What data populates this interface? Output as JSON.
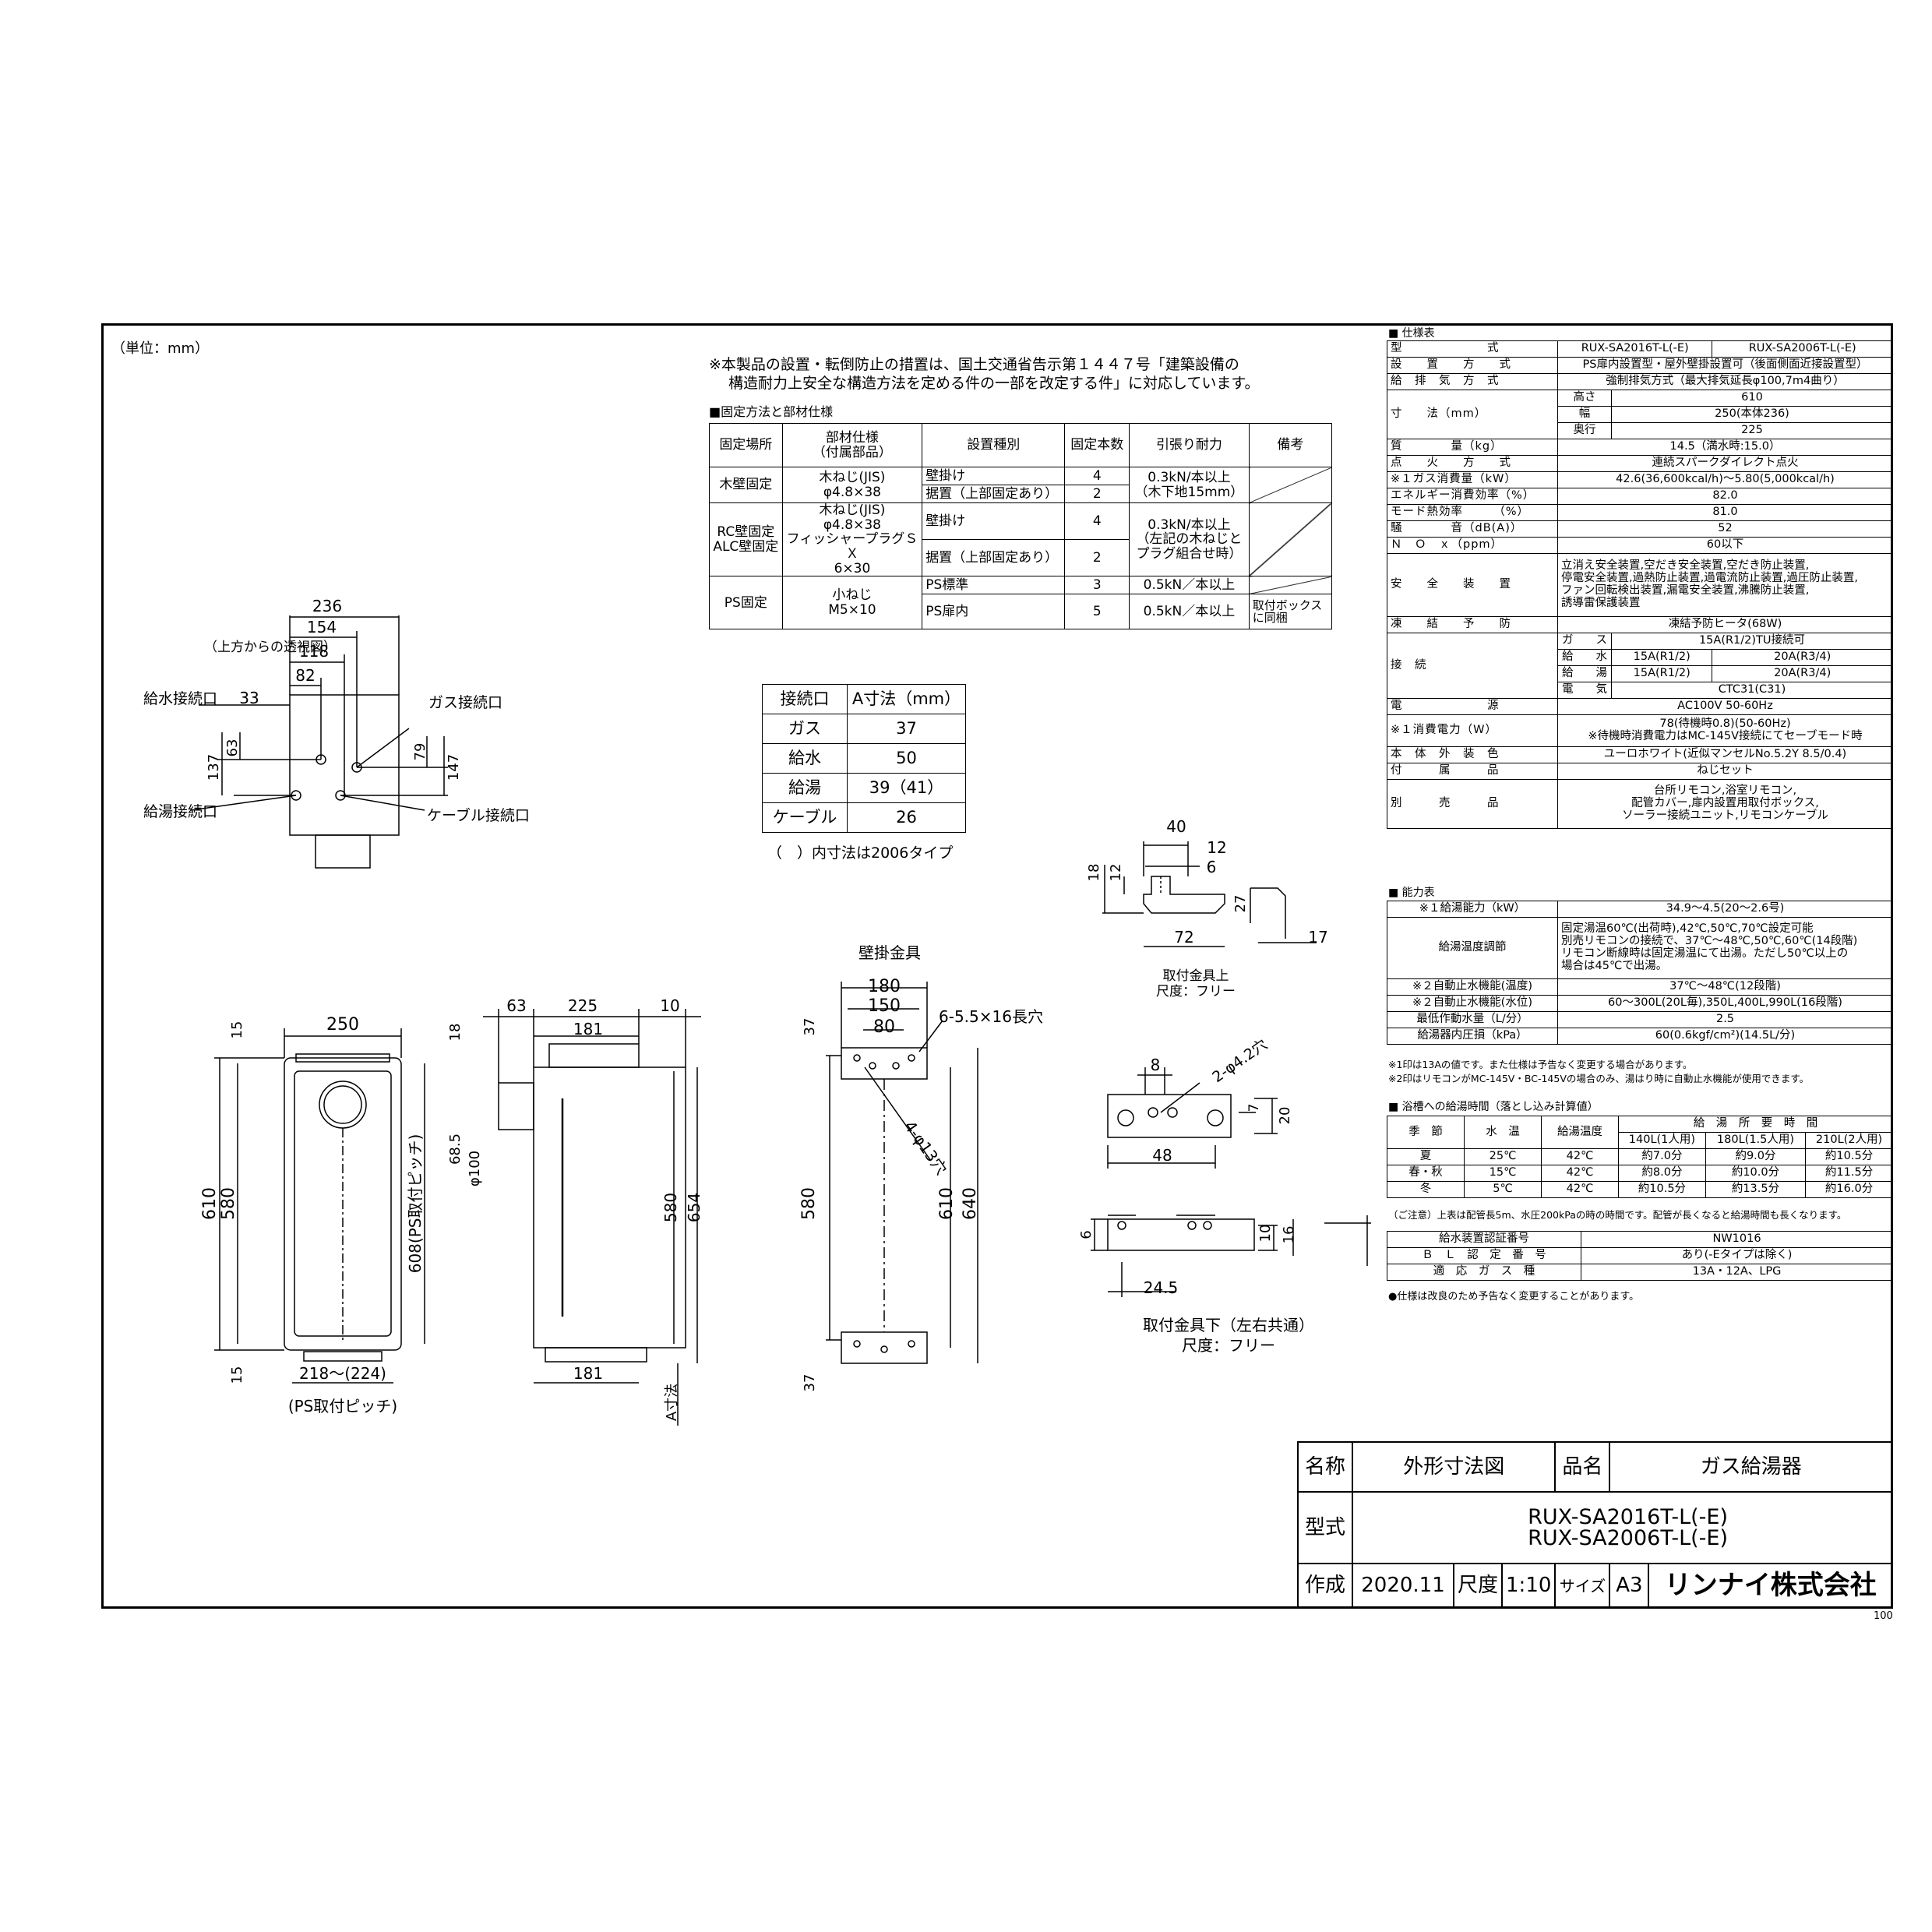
{
  "unit_note": "（単位：mm）",
  "notice": [
    "※本製品の設置・転倒防止の措置は、国土交通省告示第１４４７号「建築設備の",
    "構造耐力上安全な構造方法を定める件の一部を改定する件」に対応しています。"
  ],
  "fix_title": "■固定方法と部材仕様",
  "fix_headers": [
    "固定場所",
    "部材仕様\n（付属部品）",
    "設置種別",
    "固定本数",
    "引張り耐力",
    "備考"
  ],
  "fix_rows": [
    {
      "place": "木壁固定",
      "part": "木ねじ(JIS)\nφ4.8×38",
      "kind": [
        "壁掛け",
        "据置（上部固定あり）"
      ],
      "count": [
        "4",
        "2"
      ],
      "force": "0.3kN/本以上\n（木下地15mm）",
      "note": ""
    },
    {
      "place": "RC壁固定\nALC壁固定",
      "part": "木ねじ(JIS)\nφ4.8×38\nフィッシャープラグＳＸ\n6×30",
      "kind": [
        "壁掛け",
        "据置（上部固定あり）"
      ],
      "count": [
        "4",
        "2"
      ],
      "force": "0.3kN/本以上\n（左記の木ねじと\nプラグ組合せ時）",
      "note": ""
    },
    {
      "place": "PS固定",
      "part": "小ねじ\nM5×10",
      "kind": [
        "PS標準",
        "PS扉内"
      ],
      "count": [
        "3",
        "5"
      ],
      "force": [
        "0.5kN／本以上",
        "0.5kN／本以上"
      ],
      "note": "取付ボックス\nに同梱"
    }
  ],
  "conn_headers": [
    "接続口",
    "A寸法（mm）"
  ],
  "conn_rows": [
    [
      "ガス",
      "37"
    ],
    [
      "給水",
      "50"
    ],
    [
      "給湯",
      "39（41）"
    ],
    [
      "ケーブル",
      "26"
    ]
  ],
  "conn_note": "（　）内寸法は2006タイプ",
  "top_view": {
    "label": "（上方からの透視図）",
    "water_in": "給水接続口",
    "gas": "ガス接続口",
    "hot_out": "給湯接続口",
    "cable": "ケーブル接続口",
    "dims": [
      "236",
      "154",
      "118",
      "82",
      "33",
      "63",
      "137",
      "79",
      "147"
    ]
  },
  "front_view": {
    "dims": [
      "250",
      "15",
      "610",
      "580",
      "608(PS取付ピッチ)",
      "15",
      "218〜(224)",
      "(PS取付ピッチ)"
    ]
  },
  "side_view": {
    "dims": [
      "63",
      "225",
      "10",
      "18",
      "181",
      "68.5",
      "φ100",
      "580",
      "654",
      "181",
      "A寸法"
    ]
  },
  "wall_bracket": {
    "label": "壁掛金具",
    "dims": [
      "180",
      "150",
      "80",
      "6-5.5×16長穴",
      "37",
      "580",
      "4-φ13穴",
      "610",
      "640",
      "37"
    ]
  },
  "top_bracket": {
    "label": "取付金具上",
    "scale": "尺度：フリー",
    "dims": [
      "40",
      "12",
      "6",
      "18",
      "12",
      "27",
      "72",
      "17"
    ]
  },
  "mid_bracket": {
    "dims": [
      "8",
      "2-φ4.2穴",
      "7",
      "20",
      "48"
    ]
  },
  "bottom_bracket": {
    "label": "取付金具下（左右共通）",
    "scale": "尺度：フリー",
    "dims": [
      "6",
      "10",
      "16",
      "24.5"
    ]
  },
  "spec_title": "■ 仕様表",
  "spec": [
    [
      "型　　　　　　　式",
      "RUX-SA2016T-L(-E)",
      "RUX-SA2006T-L(-E)"
    ],
    [
      "設　　置　　方　　式",
      "PS扉内設置型・屋外壁掛設置可（後面側面近接設置型）"
    ],
    [
      "給　排　気　方　式",
      "強制排気方式（最大排気延長φ100,7m4曲り）"
    ],
    [
      "寸　　法（mm）",
      "高さ",
      "610"
    ],
    [
      "",
      "幅",
      "250(本体236)"
    ],
    [
      "",
      "奥行",
      "225"
    ],
    [
      "質　　　　量（kg）",
      "14.5（満水時:15.0）"
    ],
    [
      "点　　火　　方　　式",
      "連続スパークダイレクト点火"
    ],
    [
      "※１ガス消費量（kW）",
      "42.6(36,600kcal/h)〜5.80(5,000kcal/h)"
    ],
    [
      "エネルギー消費効率（%）",
      "82.0"
    ],
    [
      "モード熱効率　　　（%）",
      "81.0"
    ],
    [
      "騒　　　　音（dB(A)）",
      "52"
    ],
    [
      "Ｎ　Ｏ　ｘ（ppm）",
      "60以下"
    ],
    [
      "安　　全　　装　　置",
      "立消え安全装置,空だき安全装置,空だき防止装置,\n停電安全装置,過熱防止装置,過電流防止装置,過圧防止装置,\nファン回転検出装置,漏電安全装置,沸騰防止装置,\n誘導雷保護装置"
    ],
    [
      "凍　　結　　予　　防",
      "凍結予防ヒータ(68W)"
    ],
    [
      "接　続",
      "ガ　　ス",
      "15A(R1/2)TU接続可"
    ],
    [
      "",
      "給　　水",
      "15A(R1/2)",
      "20A(R3/4)"
    ],
    [
      "",
      "給　　湯",
      "15A(R1/2)",
      "20A(R3/4)"
    ],
    [
      "",
      "電　　気",
      "CTC31(C31)"
    ],
    [
      "電　　　　　　　源",
      "AC100V 50-60Hz"
    ],
    [
      "※１消費電力（W）",
      "78(待機時0.8)(50-60Hz)\n※待機時消費電力はMC-145V接続にてセーブモード時"
    ],
    [
      "本　体　外　装　色",
      "ユーロホワイト(近似マンセルNo.5.2Y 8.5/0.4)"
    ],
    [
      "付　　　属　　　品",
      "ねじセット"
    ],
    [
      "別　　　売　　　品",
      "台所リモコン,浴室リモコン,\n配管カバー,扉内設置用取付ボックス,\nソーラー接続ユニット,リモコンケーブル"
    ]
  ],
  "cap_title": "■ 能力表",
  "cap": [
    [
      "※１給湯能力（kW）",
      "34.9〜4.5(20〜2.6号)"
    ],
    [
      "給湯温度調節",
      "固定湯温60℃(出荷時),42℃,50℃,70℃設定可能\n別売リモコンの接続で、37℃〜48℃,50℃,60℃(14段階)\nリモコン断線時は固定湯温にて出湯。ただし50℃以上の\n場合は45℃で出湯。"
    ],
    [
      "※２自動止水機能(温度)",
      "37℃〜48℃(12段階)"
    ],
    [
      "※２自動止水機能(水位)",
      "60〜300L(20L毎),350L,400L,990L(16段階)"
    ],
    [
      "最低作動水量（L/分）",
      "2.5"
    ],
    [
      "給湯器内圧損（kPa）",
      "60(0.6kgf/cm²)(14.5L/分)"
    ]
  ],
  "cap_notes": [
    "※1印は13Aの値です。また仕様は予告なく変更する場合があります。",
    "※2印はリモコンがMC-145V・BC-145Vの場合のみ、湯はり時に自動止水機能が使用できます。"
  ],
  "bath_title": "■ 浴槽への給湯時間（落とし込み計算値）",
  "bath_headers": [
    "季　節",
    "水　温",
    "給湯温度",
    "給　湯　所　要　時　間",
    "140L(1人用)",
    "180L(1.5人用)",
    "210L(2人用)"
  ],
  "bath_rows": [
    [
      "夏",
      "25℃",
      "42℃",
      "約7.0分",
      "約9.0分",
      "約10.5分"
    ],
    [
      "春・秋",
      "15℃",
      "42℃",
      "約8.0分",
      "約10.0分",
      "約11.5分"
    ],
    [
      "冬",
      "5℃",
      "42℃",
      "約10.5分",
      "約13.5分",
      "約16.0分"
    ]
  ],
  "bath_note": "（ご注意）上表は配管長5m、水圧200kPaの時の時間です。配管が長くなると給湯時間も長くなります。",
  "cert": [
    [
      "給水装置認証番号",
      "NW1016"
    ],
    [
      "Ｂ　Ｌ　認　定　番　号",
      "あり(-Eタイプは除く)"
    ],
    [
      "適　応　ガ　ス　種",
      "13A・12A、LPG"
    ]
  ],
  "cert_note": "●仕様は改良のため予告なく変更することがあります。",
  "title_block": {
    "name_label": "名称",
    "name": "外形寸法図",
    "product_label": "品名",
    "product": "ガス給湯器",
    "model_label": "型式",
    "model1": "RUX-SA2016T-L(-E)",
    "model2": "RUX-SA2006T-L(-E)",
    "made_label": "作成",
    "date": "2020.11",
    "scale_label": "尺度",
    "scale": "1:10",
    "size_label": "サイズ",
    "size": "A3",
    "company": "リンナイ株式会社"
  },
  "page_no": "100"
}
